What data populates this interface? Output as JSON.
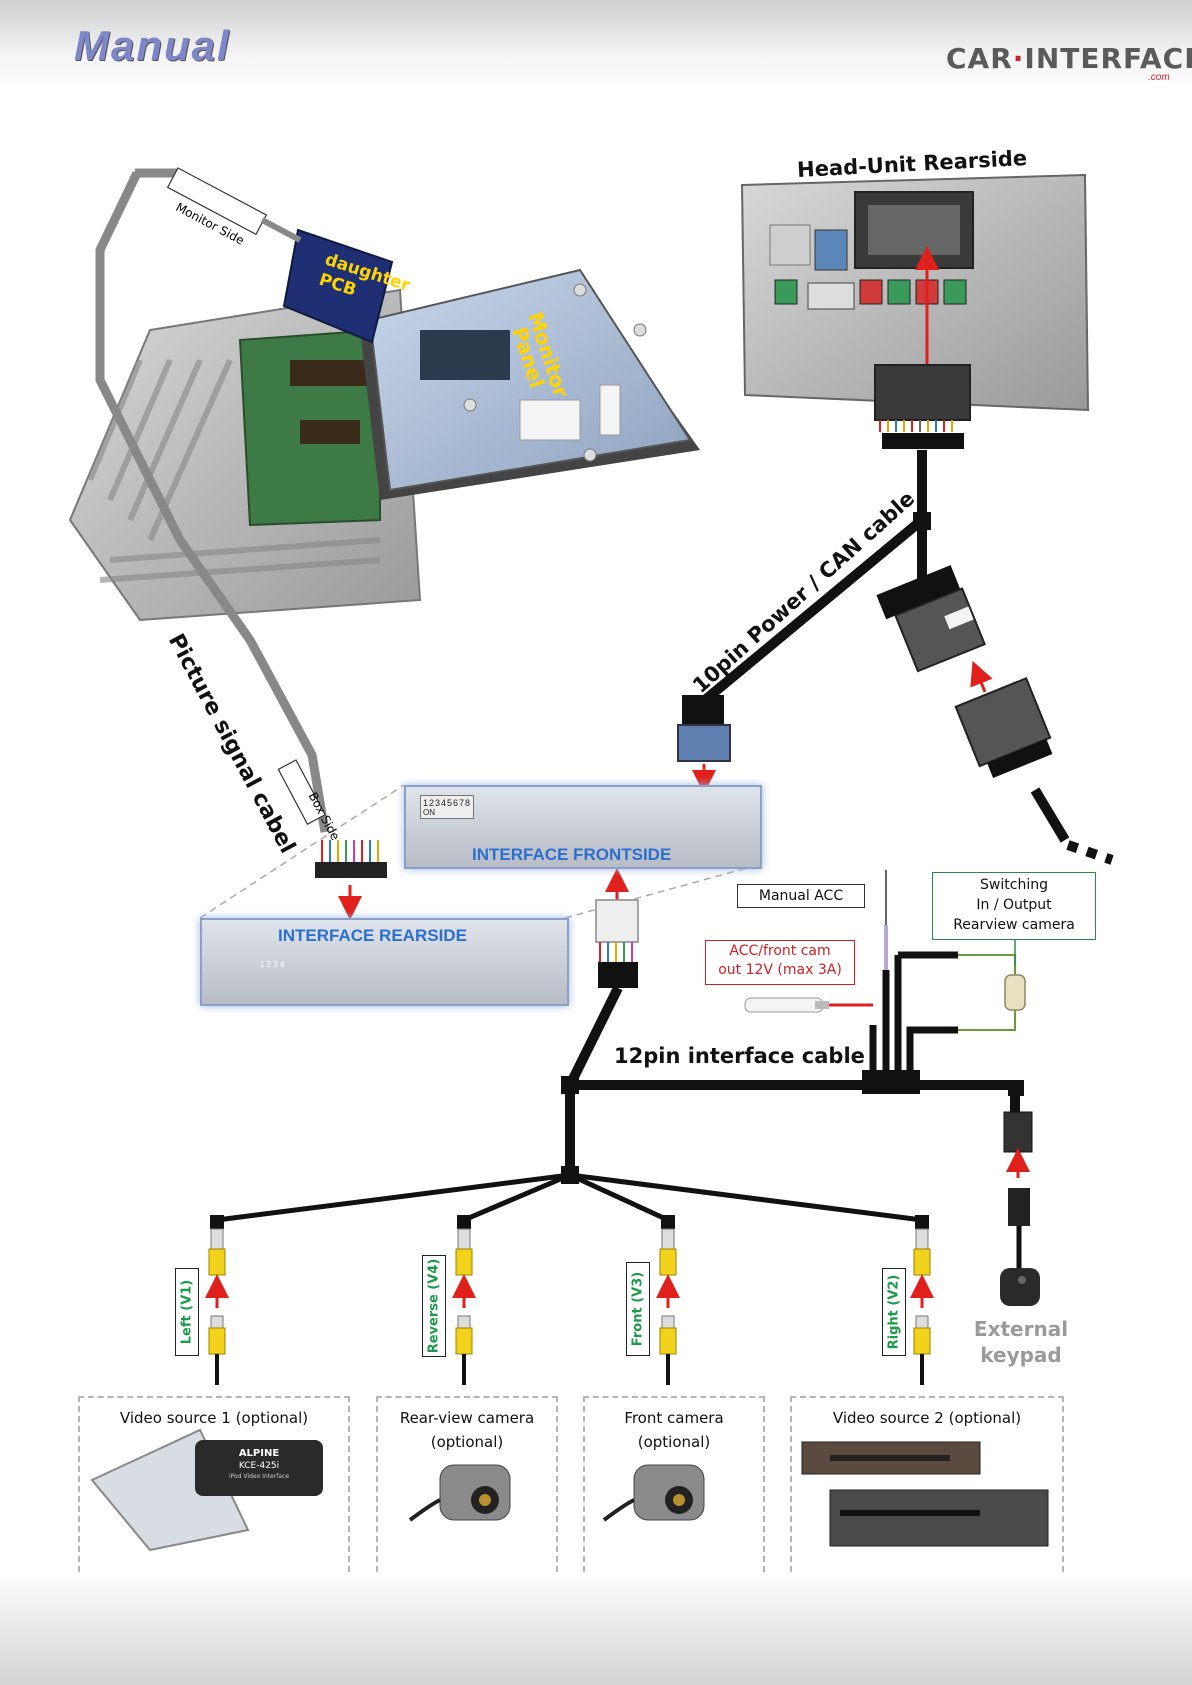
{
  "header": {
    "title": "Manual",
    "brand": "CAR",
    "brand_sep": "·",
    "brand_tail": "INTERFACE",
    "brand_suffix": ".com"
  },
  "head_unit": {
    "title": "Head-Unit Rearside"
  },
  "monitor": {
    "monitor_side": "Monitor Side",
    "daughter_pcb": "daughter PCB",
    "monitor_panel": "Monitor Panel"
  },
  "cables": {
    "picture_signal": "Picture signal cabel",
    "box_side": "Box Side",
    "power_can": "10pin Power / CAN cable",
    "interface_12pin": "12pin interface cable"
  },
  "interface": {
    "frontside": "INTERFACE  FRONTSIDE",
    "rearside": "INTERFACE REARSIDE",
    "dip_front": "12345678",
    "dip_front_on": "ON",
    "dip_rear": "1 2 3 4"
  },
  "wires": {
    "manual_acc": "Manual ACC",
    "acc_front_cam_line1": "ACC/front cam",
    "acc_front_cam_line2": "out  12V (max 3A)",
    "switching_line1": "Switching",
    "switching_line2": "In / Output",
    "switching_line3": "Rearview camera"
  },
  "inputs": [
    {
      "label": "Left (V1)",
      "source_line1": "Video source 1 (optional)",
      "source_line2": ""
    },
    {
      "label": "Reverse (V4)",
      "source_line1": "Rear-view camera",
      "source_line2": "(optional)"
    },
    {
      "label": "Front  (V3)",
      "source_line1": "Front camera",
      "source_line2": "(optional)"
    },
    {
      "label": "Right (V2)",
      "source_line1": "Video source 2 (optional)",
      "source_line2": ""
    }
  ],
  "keypad": {
    "line1": "External",
    "line2": "keypad"
  },
  "device_text": {
    "kce_brand": "ALPINE",
    "kce_model": "KCE-425i",
    "kce_sub": "iPod Video Interface"
  },
  "colors": {
    "cable": "#111111",
    "arrow": "#e0201c",
    "board_glow": "#9bb6e0",
    "label_green": "#1a9a4a",
    "board_text": "#2b6fd0"
  }
}
